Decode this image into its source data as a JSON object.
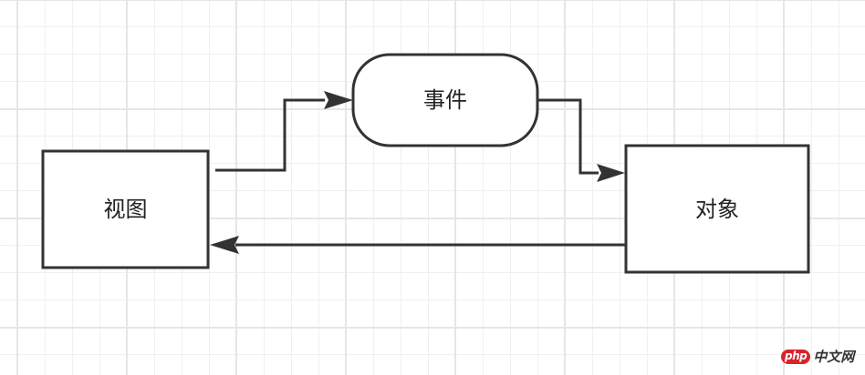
{
  "diagram": {
    "nodes": [
      {
        "id": "view",
        "label": "视图",
        "shape": "rectangle"
      },
      {
        "id": "event",
        "label": "事件",
        "shape": "rounded"
      },
      {
        "id": "object",
        "label": "对象",
        "shape": "rectangle"
      }
    ],
    "edges": [
      {
        "from": "view",
        "to": "event",
        "label": ""
      },
      {
        "from": "event",
        "to": "object",
        "label": ""
      },
      {
        "from": "object",
        "to": "view",
        "label": ""
      }
    ],
    "colors": {
      "stroke": "#333333",
      "fill": "#ffffff",
      "text": "#222222"
    }
  },
  "watermark": {
    "badge": "php",
    "text": "中文网",
    "badge_color": "#d9232b"
  }
}
